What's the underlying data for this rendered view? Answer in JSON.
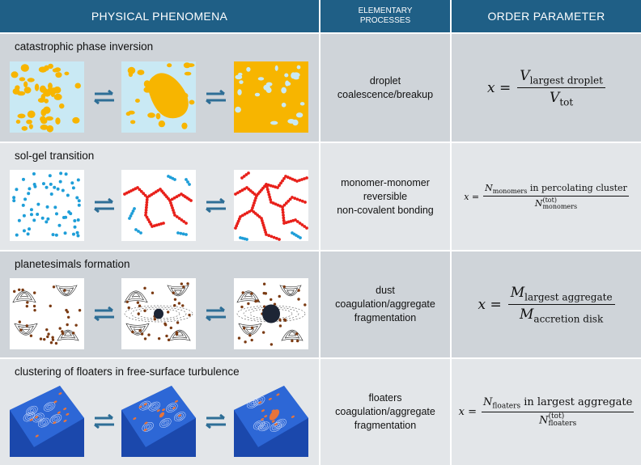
{
  "header": {
    "col1": "PHYSICAL PHENOMENA",
    "col2_line1": "ELEMENTARY",
    "col2_line2": "PROCESSES",
    "col3": "ORDER PARAMETER"
  },
  "rows": [
    {
      "title": "catastrophic phase inversion",
      "process": [
        "droplet",
        "coalescence/breakup"
      ],
      "formula": {
        "lhs": "x =",
        "num": "V",
        "num_sub": "largest droplet",
        "den": "V",
        "den_sub": "tot"
      }
    },
    {
      "title": "sol-gel transition",
      "process": [
        "monomer-monomer",
        "reversible",
        "non-covalent bonding"
      ],
      "formula": {
        "lhs": "x =",
        "num": "N",
        "num_sub": "monomers",
        "num_text": "in percolating cluster",
        "den": "N",
        "den_sub": "monomers",
        "den_sup": "(tot)"
      }
    },
    {
      "title": "planetesimals formation",
      "process": [
        "dust",
        "coagulation/aggregate",
        "fragmentation"
      ],
      "formula": {
        "lhs": "x =",
        "num": "M",
        "num_sub": "largest aggregate",
        "den": "M",
        "den_sub": "accretion disk"
      }
    },
    {
      "title": "clustering of floaters in free-surface turbulence",
      "process": [
        "floaters",
        "coagulation/aggregate",
        "fragmentation"
      ],
      "formula": {
        "lhs": "x =",
        "num": "N",
        "num_sub": "floaters",
        "num_text": "in largest aggregate",
        "den": "N",
        "den_sub": "floaters",
        "den_sup": "(tot)"
      }
    }
  ],
  "colors": {
    "header": "#1f5f86",
    "row_dark": "#cfd4d9",
    "row_light": "#e3e6e9",
    "arrow": "#2e6e96",
    "droplet_orange": "#f7b500",
    "droplet_blue": "#c9e9f4",
    "monomer_blue": "#1e9ed8",
    "gel_red": "#e8201a",
    "dust_brown": "#7a3a12",
    "planetesimal": "#1d2535",
    "turbulence_blue": "#2d67d6",
    "floater_orange": "#e8743a"
  }
}
